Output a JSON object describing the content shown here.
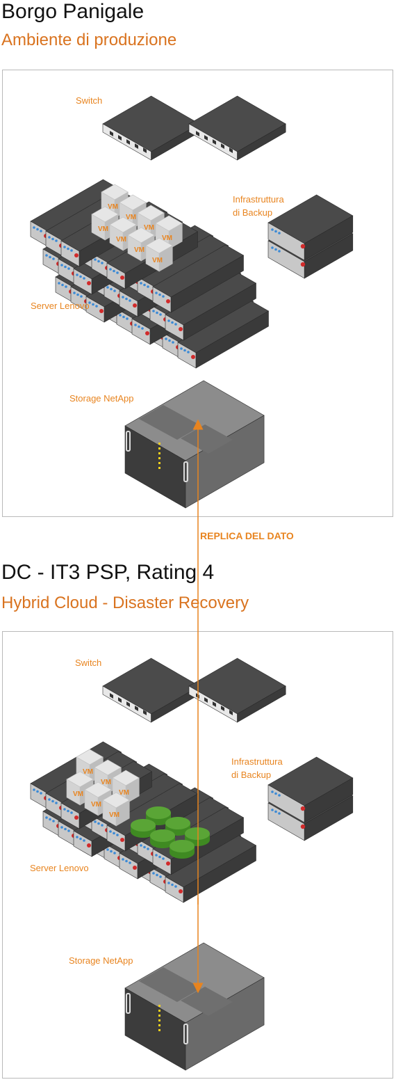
{
  "site1": {
    "title": "Borgo Panigale",
    "subtitle": "Ambiente di produzione",
    "labels": {
      "switch": "Switch",
      "backup_line1": "Infrastruttura",
      "backup_line2": "di Backup",
      "server": "Server Lenovo",
      "storage": "Storage NetApp"
    },
    "vm_label": "VM"
  },
  "replica_label": "REPLICA DEL DATO",
  "site2": {
    "title": "DC - IT3 PSP, Rating 4",
    "subtitle": "Hybrid Cloud -  Disaster Recovery",
    "labels": {
      "switch": "Switch",
      "backup_line1": "Infrastruttura",
      "backup_line2": "di Backup",
      "server": "Server Lenovo",
      "storage": "Storage NetApp"
    },
    "vm_label": "VM"
  },
  "colors": {
    "accent": "#e8841f",
    "subtitle": "#d9731f",
    "server_dark": "#4a4a4a",
    "server_side": "#3a3a3a",
    "server_front": "#c8c8c8",
    "disk_green": "#5aa536"
  }
}
